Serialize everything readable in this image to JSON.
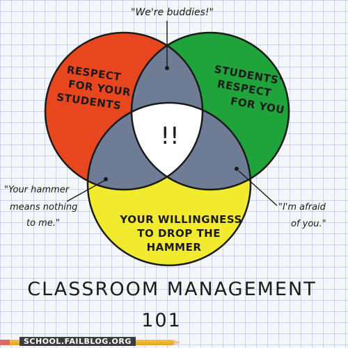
{
  "diagram": {
    "type": "venn",
    "sets": [
      {
        "label_lines": [
          "RESPECT",
          "FOR YOUR",
          "STUDENTS"
        ],
        "color": "#e8461f"
      },
      {
        "label_lines": [
          "STUDENTS'",
          "RESPECT",
          "FOR YOU"
        ],
        "color": "#1fa33a"
      },
      {
        "label_lines": [
          "YOUR WILLINGNESS",
          "TO DROP THE",
          "HAMMER"
        ],
        "color": "#f2ea2e"
      }
    ],
    "overlap_color": "#6f7c96",
    "center_color": "#ffffff",
    "center_label": "!!",
    "annotations": {
      "top": "\"We're buddies!\"",
      "left": [
        "\"Your hammer",
        "means nothing",
        "to me.\""
      ],
      "right": [
        "\"I'm afraid",
        "of you.\""
      ]
    },
    "title_line1": "CLASSROOM MANAGEMENT",
    "title_line2": "101"
  },
  "footer": {
    "watermark": "SCHOOL.FAILBLOG.ORG"
  }
}
